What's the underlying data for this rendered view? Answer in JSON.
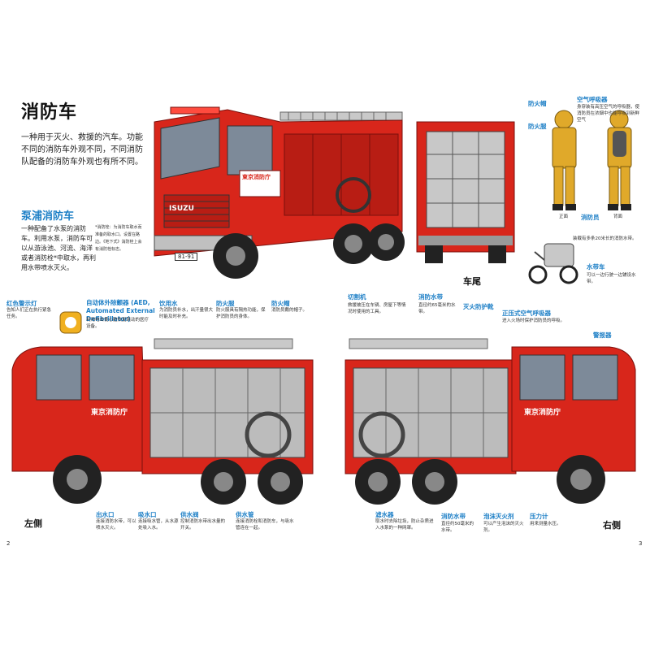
{
  "title": "消防车",
  "intro": "一种用于灭火、救援的汽车。功能不同的消防车外观不同，不同消防队配备的消防车外观也有所不同。",
  "pump": {
    "heading": "泵浦消防车",
    "text": "一种配备了水泵的消防车。利用水泵，消防车可以从游泳池、河流、海洋或者消防栓*中取水，再利用水带喷水灭火。",
    "note": "*消防栓：为消防车取水而准备的取水口。设置在路边。《地下式》消防栓上会有消防栓标志。"
  },
  "truck_text": {
    "brand": "ISUZU",
    "dept": "東京消防庁",
    "plate": "81-91"
  },
  "rear_label": "车尾",
  "left_side_label": "左侧",
  "right_side_label": "右侧",
  "page_left": "2",
  "page_right": "3",
  "firefighters": {
    "helmet": "防火帽",
    "suit": "防火服",
    "mask": "空气呼吸器",
    "mask_desc": "身穿装有高压空气的呼吸器，使消防员在浓烟中也能呼吸到新鲜空气",
    "front": "正面",
    "back": "背面",
    "crew": "消防员",
    "cart": "水带车",
    "cart_desc": "可以一边行驶一边铺设水带。",
    "cart_top": "装载有多条20米长的消防水带。"
  },
  "left_callouts": [
    {
      "label": "红色警示灯",
      "desc": "告知人们正在执行紧急任务。"
    },
    {
      "label": "自动体外除颤器 (AED, Automated External Defibrillator)",
      "desc": "利用电击使心脏恢复跳动的医疗设备。"
    },
    {
      "label": "饮用水",
      "desc": "为消防员补水，出汗量很大时能及时补充。"
    },
    {
      "label": "防火服",
      "desc": "防火服具有隔热功能，保护消防员的身体。"
    },
    {
      "label": "防火帽",
      "desc": "消防员戴的帽子。"
    },
    {
      "label": "出水口",
      "desc": "连接消防水带，可以喷水灭火。"
    },
    {
      "label": "吸水口",
      "desc": "连接吸水管，从水源处吸入水。"
    },
    {
      "label": "供水阀",
      "desc": "控制消防水带出水量的开关。"
    },
    {
      "label": "供水管",
      "desc": "连接消防栓和消防车，与吸水管连在一起。"
    }
  ],
  "right_callouts": [
    {
      "label": "切割机",
      "desc": "救援被压在车辆、房屋下等情况时使用的工具。"
    },
    {
      "label": "消防水带",
      "desc": "直径约65毫米的水带。"
    },
    {
      "label": "灭火防护靴",
      "desc": ""
    },
    {
      "label": "正压式空气呼吸器",
      "desc": "进入火场时保护消防员的呼吸。"
    },
    {
      "label": "警报器",
      "desc": ""
    },
    {
      "label": "滤水器",
      "desc": "取水时去除垃圾，防止杂质进入水泵的一种网罩。"
    },
    {
      "label": "消防水带",
      "desc": "直径约50毫米的水带。"
    },
    {
      "label": "泡沫灭火剂",
      "desc": "可以产生泡沫的灭火剂。"
    },
    {
      "label": "压力计",
      "desc": "用来测量水压。"
    }
  ],
  "colors": {
    "red": "#d8261b",
    "dark_red": "#9b1510",
    "blue": "#1d7fc6",
    "gold": "#e0a92a"
  }
}
